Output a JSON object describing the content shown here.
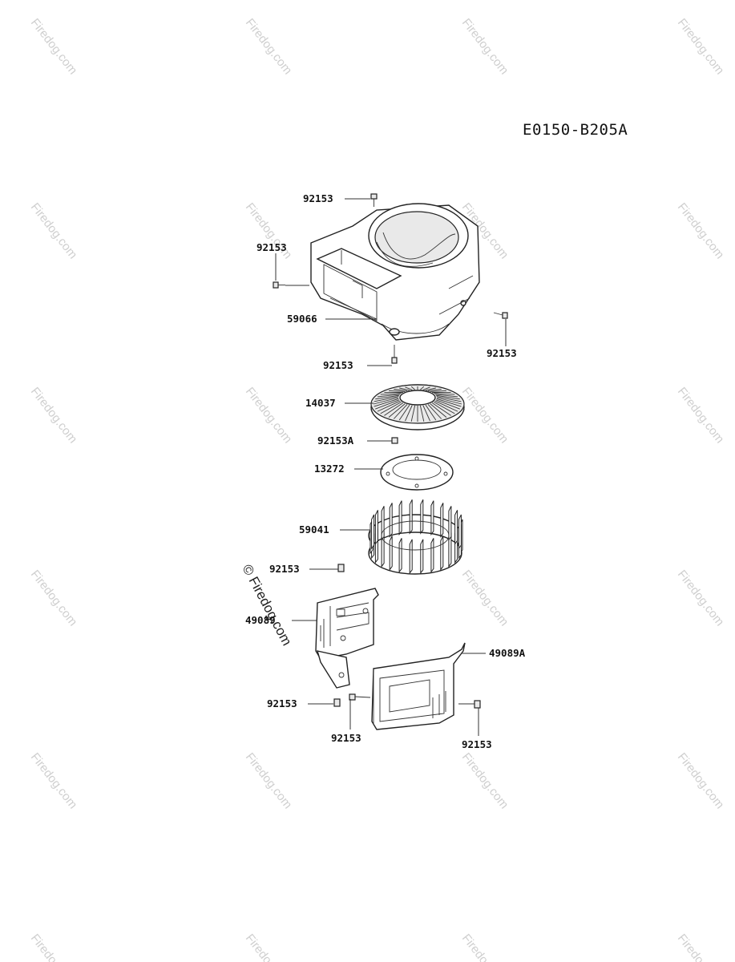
{
  "diagram": {
    "code": "E0150-B205A",
    "watermark": "Firedog.com",
    "watermark_main": "© Firedog.com",
    "callouts": [
      {
        "id": "c1",
        "text": "92153"
      },
      {
        "id": "c2",
        "text": "92153"
      },
      {
        "id": "c3",
        "text": "59066"
      },
      {
        "id": "c4",
        "text": "92153"
      },
      {
        "id": "c5",
        "text": "92153"
      },
      {
        "id": "c6",
        "text": "14037"
      },
      {
        "id": "c7",
        "text": "92153A"
      },
      {
        "id": "c8",
        "text": "13272"
      },
      {
        "id": "c9",
        "text": "59041"
      },
      {
        "id": "c10",
        "text": "92153"
      },
      {
        "id": "c11",
        "text": "49089"
      },
      {
        "id": "c12",
        "text": "49089A"
      },
      {
        "id": "c13",
        "text": "92153"
      },
      {
        "id": "c14",
        "text": "92153"
      },
      {
        "id": "c15",
        "text": "92153"
      }
    ]
  }
}
